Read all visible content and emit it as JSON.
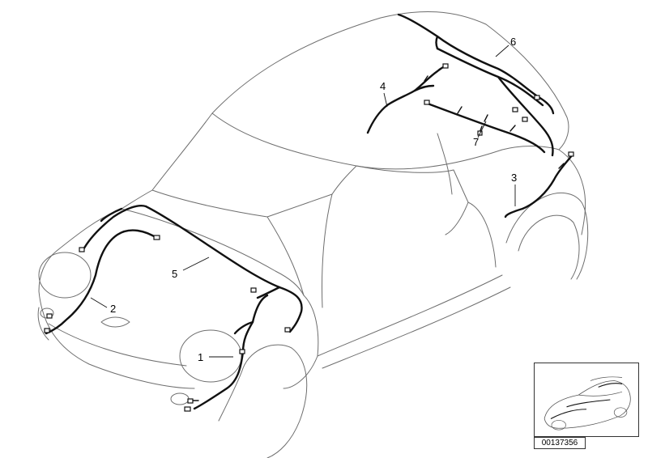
{
  "diagram": {
    "callouts": [
      {
        "id": "1",
        "label": "1"
      },
      {
        "id": "2",
        "label": "2"
      },
      {
        "id": "3",
        "label": "3"
      },
      {
        "id": "4",
        "label": "4"
      },
      {
        "id": "5",
        "label": "5"
      },
      {
        "id": "6",
        "label": "6"
      },
      {
        "id": "7",
        "label": "7"
      }
    ],
    "document_number": "00137356"
  },
  "colors": {
    "outline": "#6e6e6e",
    "harness": "#111111",
    "background": "#ffffff"
  }
}
